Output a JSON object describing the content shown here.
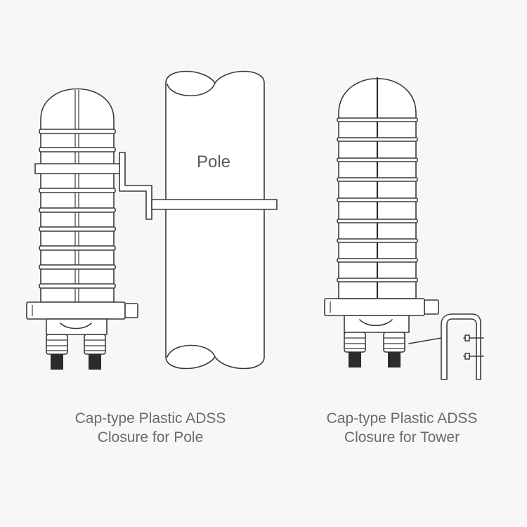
{
  "pole_label": "Pole",
  "captions": {
    "left": {
      "line1": "Cap-type Plastic ADSS",
      "line2": "Closure for Pole"
    },
    "right": {
      "line1": "Cap-type Plastic ADSS",
      "line2": "Closure for Tower"
    }
  },
  "colors": {
    "background": "#f7f7f7",
    "line": "#3a3a3a",
    "text": "#6a6a6a"
  }
}
